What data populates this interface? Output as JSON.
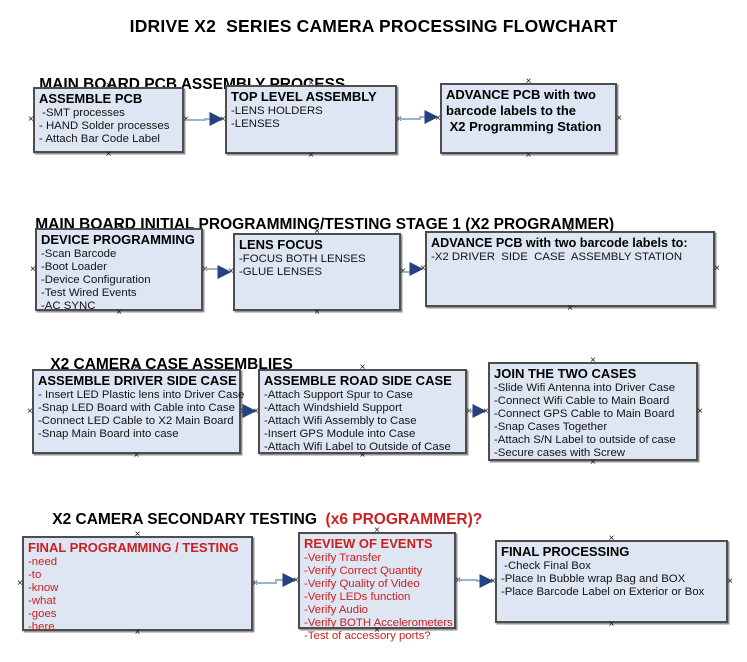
{
  "title": "IDRIVE X2  SERIES CAMERA PROCESSING FLOWCHART",
  "glyphs": {
    "handle": "×"
  },
  "colors": {
    "box_fill": "#dde6f2",
    "box_border": "#4d4d4d",
    "red_text": "#cc2020",
    "connector_line": "#9cb1ca",
    "connector_arrow": "#26417f"
  },
  "sections": [
    {
      "heading": "MAIN BOARD PCB ASSEMBLY PROCESS",
      "heading_red": "",
      "boxes": [
        {
          "title": "ASSEMBLE PCB",
          "items": [
            " -SMT processes",
            "- HAND Solder processes",
            "- Attach Bar Code Label"
          ]
        },
        {
          "title": "TOP LEVEL ASSEMBLY",
          "items": [
            "-LENS HOLDERS",
            "-LENSES"
          ]
        },
        {
          "title": "ADVANCE PCB with two",
          "items": [
            "barcode labels to the",
            " X2 Programming Station"
          ]
        }
      ]
    },
    {
      "heading": "MAIN BOARD INITIAL PROGRAMMING/TESTING STAGE 1 (X2 PROGRAMMER)",
      "heading_red": "",
      "boxes": [
        {
          "title": "DEVICE PROGRAMMING",
          "items": [
            "-Scan Barcode",
            "-Boot Loader",
            "-Device Configuration",
            "-Test Wired Events",
            "-AC SYNC"
          ]
        },
        {
          "title": "LENS FOCUS",
          "items": [
            "-FOCUS BOTH LENSES",
            "-GLUE LENSES"
          ]
        },
        {
          "title": "ADVANCE PCB with two barcode labels to:",
          "items": [
            "-X2 DRIVER  SIDE  CASE  ASSEMBLY STATION"
          ]
        }
      ]
    },
    {
      "heading": "X2 CAMERA CASE ASSEMBLIES",
      "heading_red": "",
      "boxes": [
        {
          "title": "ASSEMBLE DRIVER SIDE CASE",
          "items": [
            "- Insert LED Plastic lens into Driver Case",
            "-Snap LED Board with Cable into Case",
            "-Connect LED Cable to X2 Main Board",
            "-Snap Main Board into case"
          ]
        },
        {
          "title": "ASSEMBLE ROAD SIDE CASE",
          "items": [
            "-Attach Support Spur to Case",
            "-Attach Windshield Support",
            "-Attach Wifi Assembly to Case",
            "-Insert GPS Module into Case",
            "-Attach Wifi Label to Outside of Case"
          ]
        },
        {
          "title": "JOIN THE TWO CASES",
          "items": [
            "-Slide Wifi Antenna into Driver Case",
            "-Connect Wifi Cable to Main Board",
            "-Connect GPS Cable to Main Board",
            "-Snap Cases Together",
            "-Attach S/N Label to outside of case",
            "-Secure cases with Screw"
          ]
        }
      ]
    },
    {
      "heading": "X2 CAMERA SECONDARY TESTING  ",
      "heading_red": "(x6 PROGRAMMER)?",
      "boxes": [
        {
          "title": "FINAL PROGRAMMING / TESTING",
          "items": [
            "-need",
            "-to",
            "-know",
            "-what",
            "-goes",
            "-here"
          ]
        },
        {
          "title": "REVIEW OF EVENTS",
          "items": [
            "-Verify Transfer",
            "-Verify Correct Quantity",
            "-Verify Quality of Video",
            "-Verify LEDs function",
            "-Verify Audio",
            "-Verify BOTH Accelerometers",
            "-Test of accessory ports?"
          ]
        },
        {
          "title": "FINAL PROCESSING",
          "items": [
            " -Check Final Box",
            "-Place In Bubble wrap Bag and BOX",
            "-Place Barcode Label on Exterior or Box"
          ]
        }
      ]
    }
  ]
}
